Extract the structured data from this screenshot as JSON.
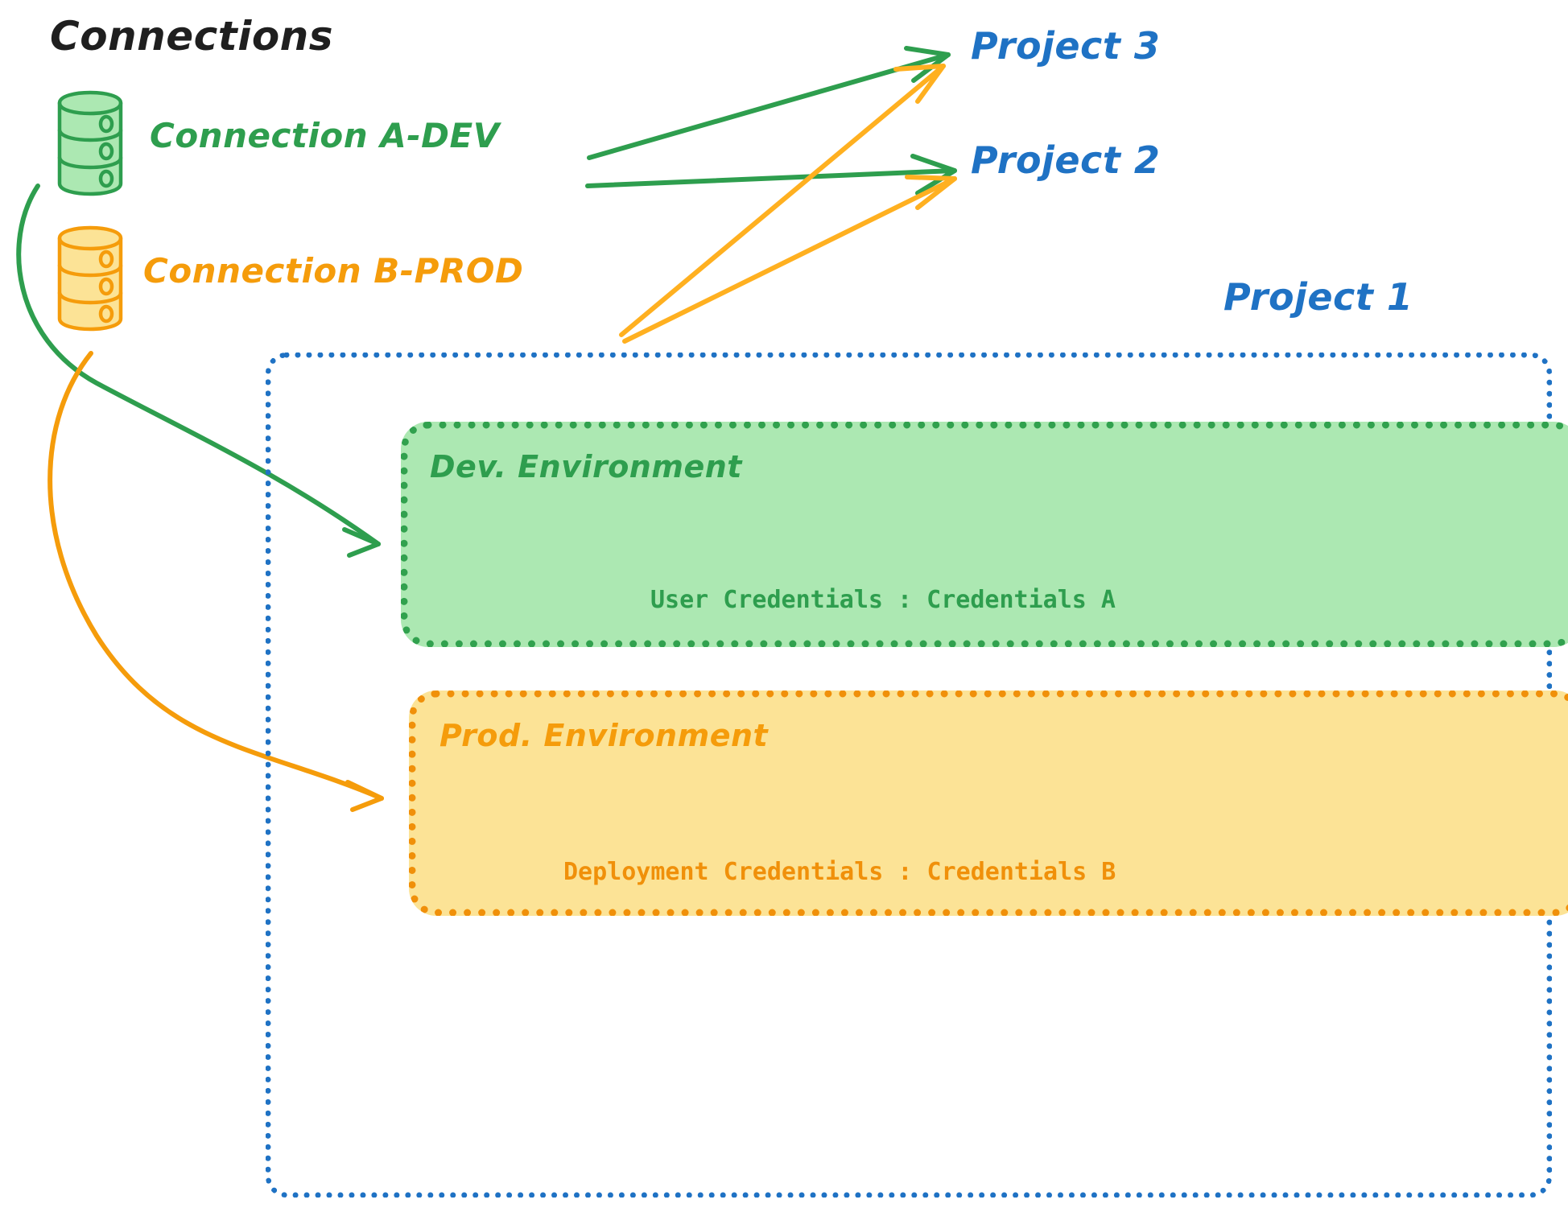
{
  "diagram": {
    "title": "Connections",
    "connections": [
      {
        "name": "Connection A-DEV",
        "color": "#2E9E4E",
        "icon": "database-icon"
      },
      {
        "name": "Connection B-PROD",
        "color": "#F59C0B",
        "icon": "database-icon"
      }
    ],
    "projects": [
      {
        "label": "Project 3",
        "color": "#1F72C4"
      },
      {
        "label": "Project 2",
        "color": "#1F72C4"
      },
      {
        "label": "Project 1",
        "color": "#1F72C4"
      }
    ],
    "environments": [
      {
        "title": "Dev. Environment",
        "credentials": "User Credentials : Credentials A",
        "border_color": "#31A14E",
        "fill_color": "#ACE8B2",
        "text_color": "#2E9E4E"
      },
      {
        "title": "Prod. Environment",
        "credentials": "Deployment Credentials : Credentials B",
        "border_color": "#F0900A",
        "fill_color": "#FCE396",
        "text_color": "#F0900A"
      }
    ],
    "container": {
      "label": "Project 1",
      "border_color": "#1F72C4"
    },
    "colors": {
      "green": "#2E9E4E",
      "orange": "#FFB020",
      "blue": "#1F72C4",
      "black": "#1f1f1f",
      "green_fill": "#ACE8B2",
      "orange_fill": "#FCE396"
    }
  }
}
